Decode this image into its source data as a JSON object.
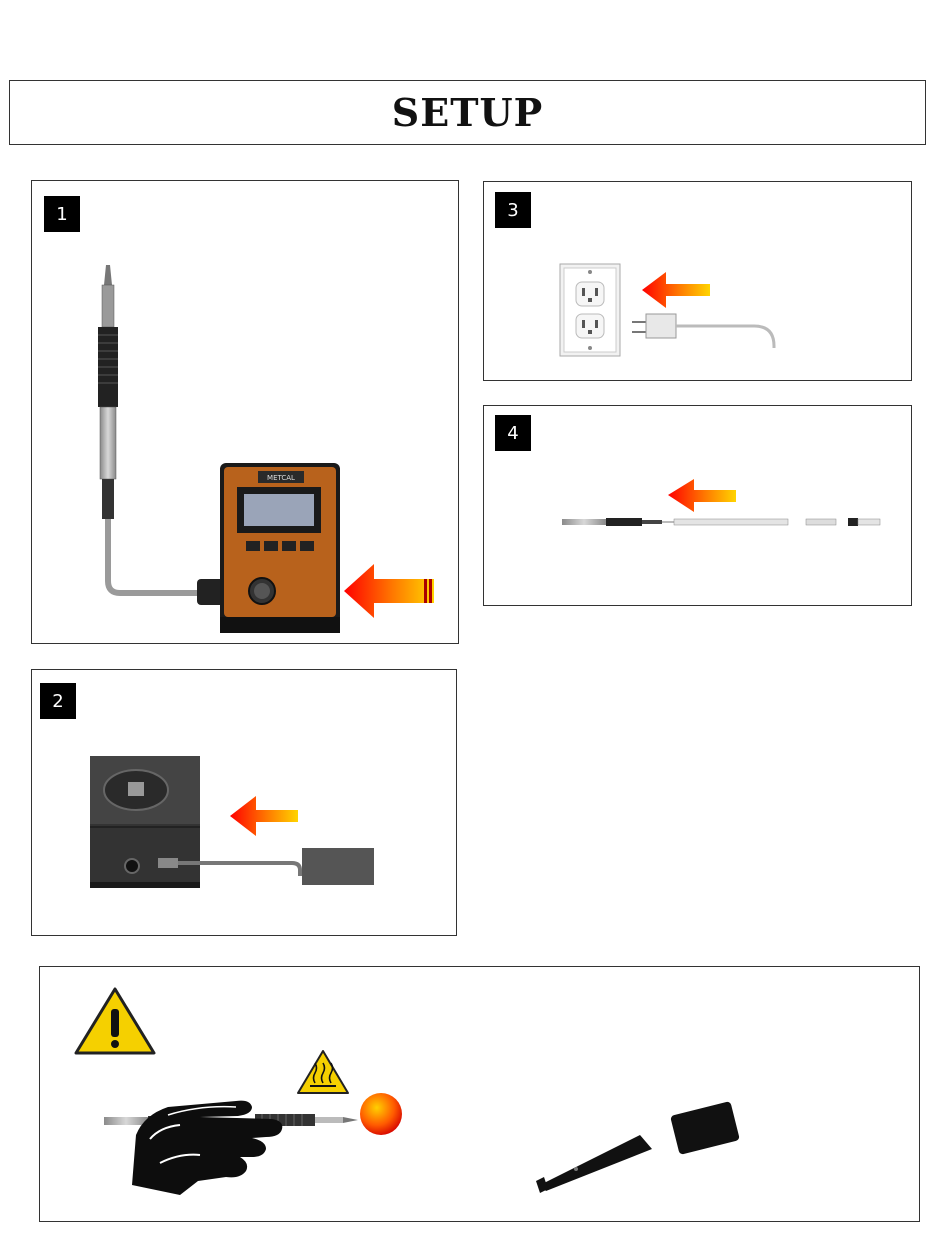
{
  "header": {
    "title": "SETUP"
  },
  "steps": [
    {
      "number": "1"
    },
    {
      "number": "2"
    },
    {
      "number": "3"
    },
    {
      "number": "4"
    }
  ],
  "device": {
    "brand_label": "METCAL"
  },
  "colors": {
    "arrow_start": "#ff0000",
    "arrow_end": "#ffd400",
    "station_body": "#b8621c",
    "warning_yellow": "#f5d000"
  }
}
